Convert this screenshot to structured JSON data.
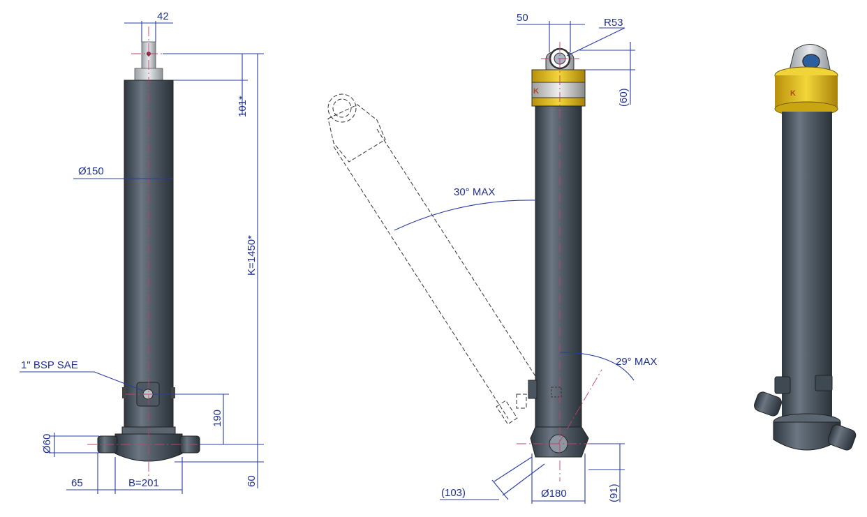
{
  "left_view": {
    "dim_rod_width": "42",
    "dim_rod_extension": "101*",
    "dim_diameter": "Ø150",
    "dim_length": "K=1450*",
    "label_port": "1\" BSP SAE",
    "dim_port_height": "190",
    "dim_trunnion_diameter": "Ø60",
    "dim_trunnion_offset": "65",
    "dim_base_width": "B=201",
    "dim_base_height": "60"
  },
  "middle_view": {
    "dim_eye_width": "50",
    "dim_eye_radius": "R53",
    "dim_head_height": "(60)",
    "label_tilt_angle": "30° MAX",
    "label_side_angle": "29° MAX",
    "dim_base_offset": "(103)",
    "dim_base_diameter": "Ø180",
    "dim_base_height": "(91)"
  },
  "brand": {
    "collar_text": "K"
  },
  "colors": {
    "dimension": "#1f2f8f",
    "barrel": "#4a5560",
    "collar": "#e6c21a",
    "centerline": "#c2406a"
  }
}
